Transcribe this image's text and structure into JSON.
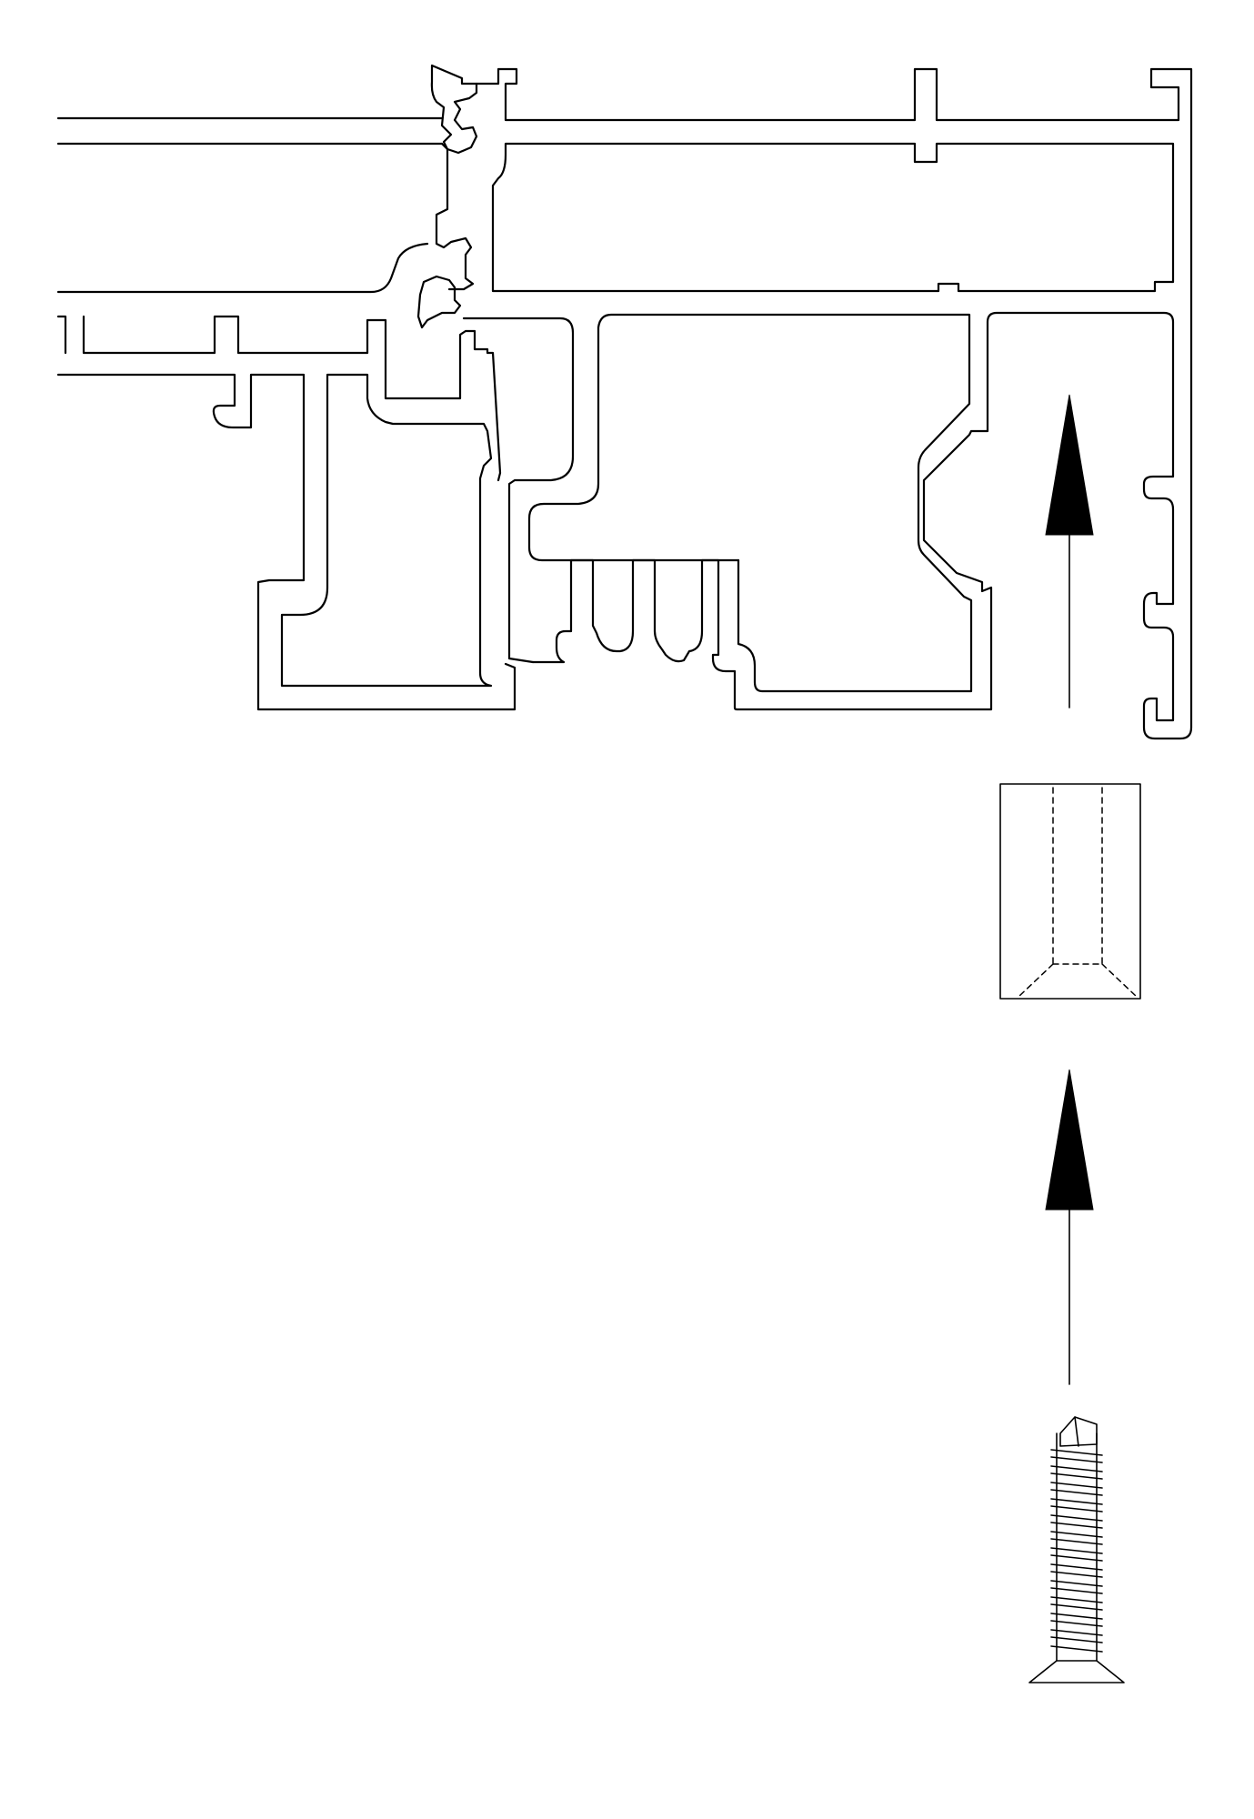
{
  "diagram": {
    "colors": {
      "background": "#ffffff",
      "line": "#000000"
    },
    "parts": [
      {
        "id": "profile",
        "icon": "aluminium-profile-section-icon"
      },
      {
        "id": "insert",
        "icon": "connector-insert-block-icon"
      },
      {
        "id": "screw",
        "icon": "countersunk-screw-icon"
      }
    ],
    "arrows": [
      {
        "id": "insert-to-profile",
        "direction": "up"
      },
      {
        "id": "screw-to-insert",
        "direction": "up"
      }
    ]
  }
}
